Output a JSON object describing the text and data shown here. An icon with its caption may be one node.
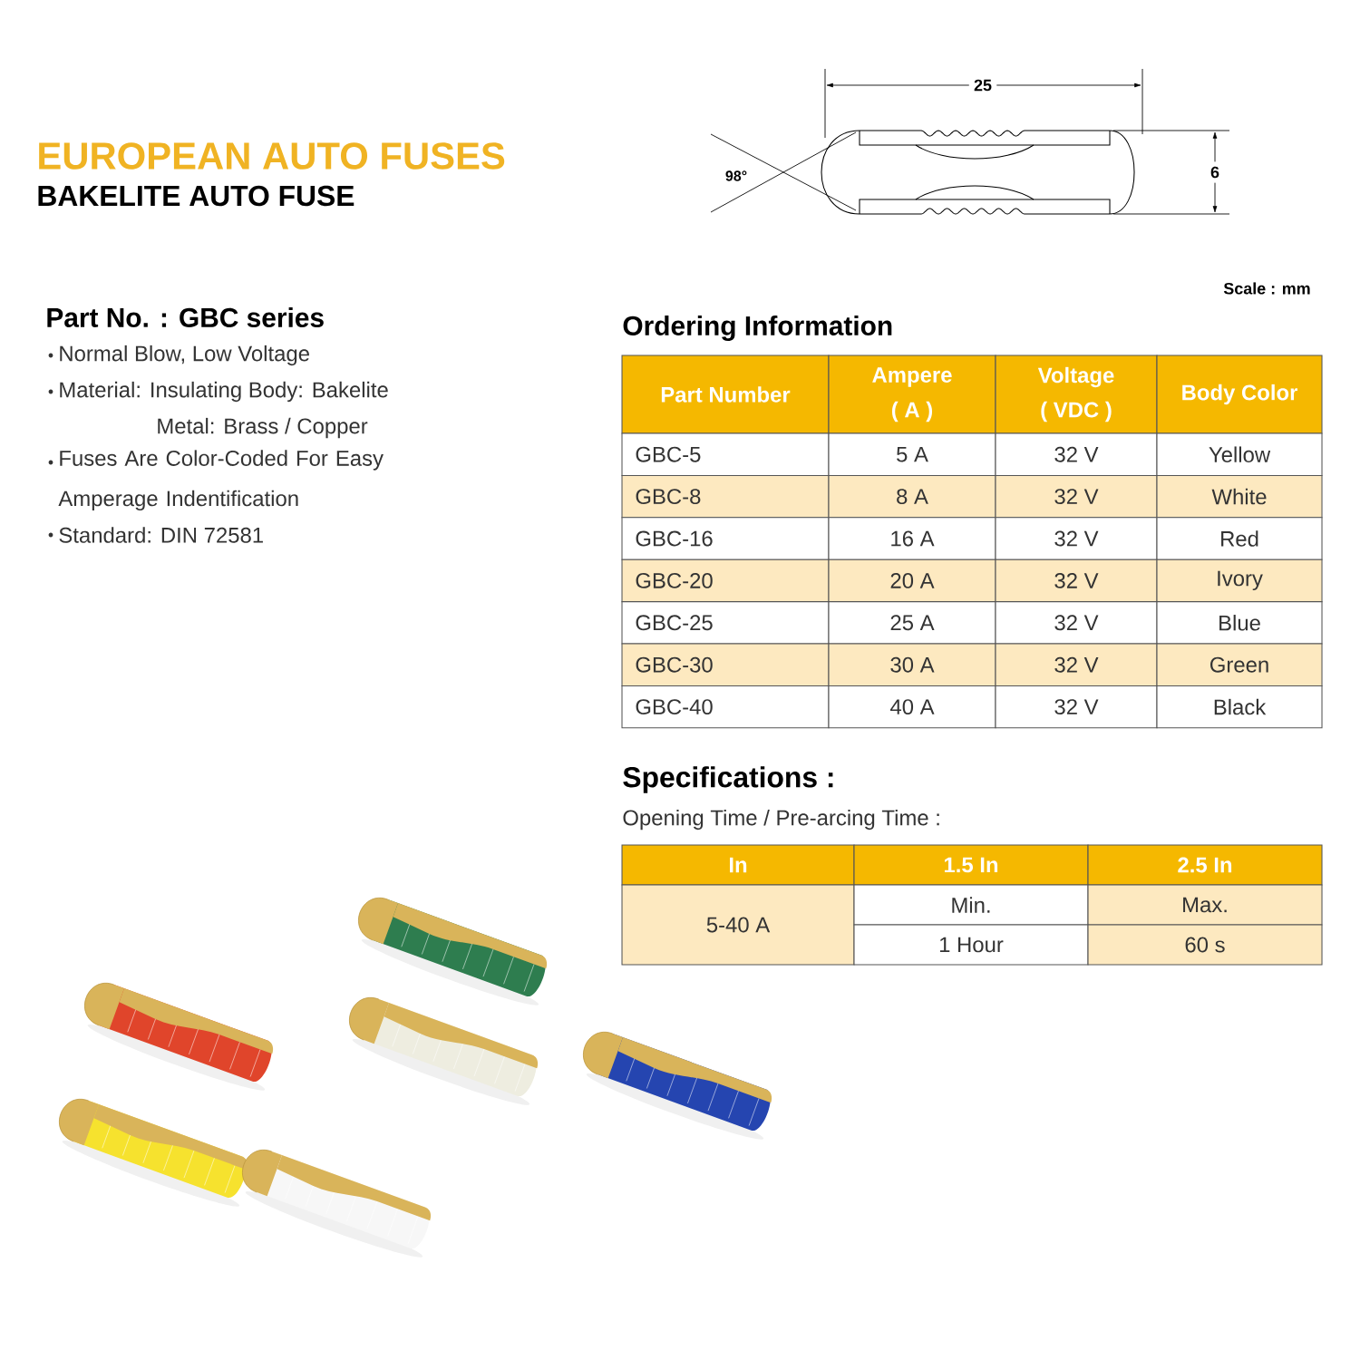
{
  "diagram": {
    "title": "EUROPEAN AUTO FUSES",
    "labels": [
      "BAKELITE AUTO FUSE",
      "25",
      "98°",
      "6",
      "Scale : mm",
      "Part No. : GBC series",
      "Normal Blow, Low Voltage",
      "Material: Insulating Body: Bakelite",
      "Metal: Brass / Copper",
      "Fuses Are Color-Coded For Easy Amperage Indentification",
      "Standard: DIN 72581",
      "Ordering Information",
      "Part Number",
      "Ampere",
      "( A )",
      "Voltage",
      "( VDC )",
      "Body Color",
      "GBC-5",
      "5 A",
      "32 V",
      "Yellow",
      "GBC-8",
      "8 A",
      "32 V",
      "White",
      "GBC-16",
      "16 A",
      "32 V",
      "Red",
      "GBC-20",
      "20 A",
      "32 V",
      "Ivory",
      "GBC-25",
      "25 A",
      "32 V",
      "Blue",
      "GBC-30",
      "30 A",
      "32 V",
      "Green",
      "GBC-40",
      "40 A",
      "32 V",
      "Black",
      "Specifications :",
      "Opening Time / Pre-arcing Time :",
      "In",
      "1.5 In",
      "2.5 In",
      "5-40 A",
      "Min.",
      "Max.",
      "1 Hour",
      "60 s"
    ]
  }
}
